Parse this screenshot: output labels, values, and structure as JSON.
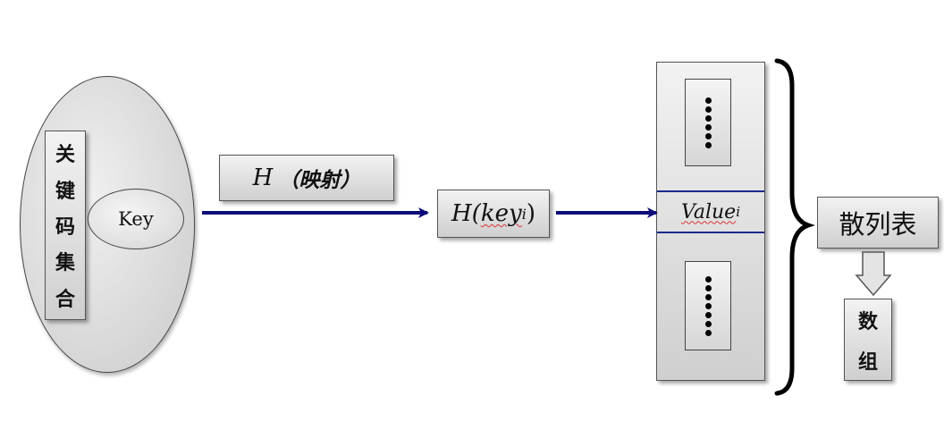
{
  "key_set": {
    "chars": [
      "关",
      "键",
      "码",
      "集",
      "合"
    ]
  },
  "key_node": {
    "label": "Key"
  },
  "mapping": {
    "symbol": "H",
    "label": "（映射）"
  },
  "hash_func": {
    "prefix": "H(",
    "var": "key",
    "sub": "i",
    "suffix": ")"
  },
  "table": {
    "value_label": "Value",
    "value_sub": "i"
  },
  "hash_table_label": "散列表",
  "array_label": {
    "chars": [
      "数",
      "组"
    ]
  },
  "colors": {
    "arrow": "#0b0b7a",
    "value_border": "#1a2a8c",
    "brace": "#000000"
  },
  "icons": {
    "dots": "vertical-ellipsis-icon",
    "down_arrow": "down-arrow-icon",
    "brace": "right-brace-icon"
  }
}
